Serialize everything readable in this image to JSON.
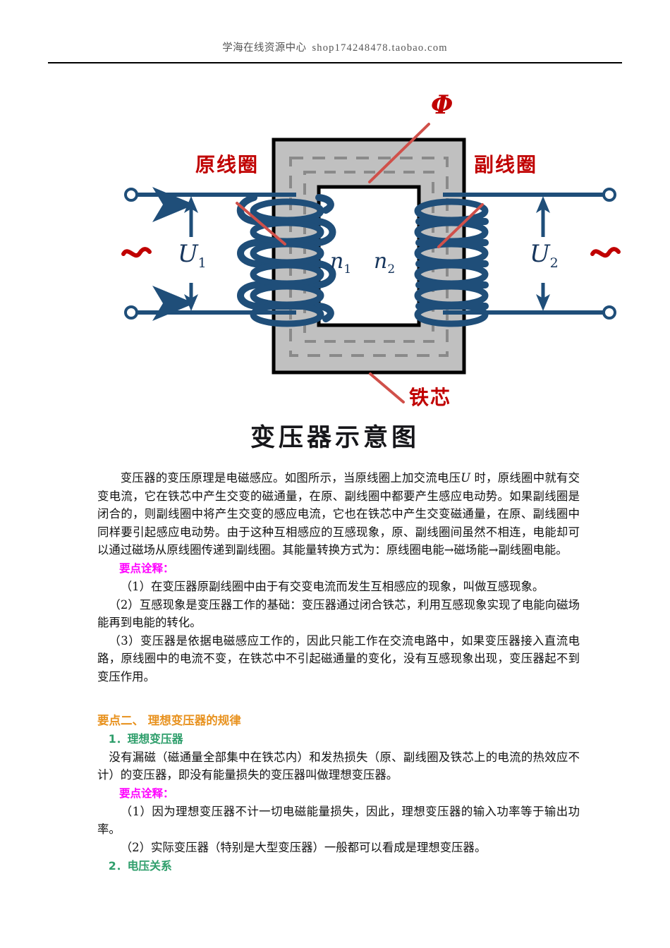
{
  "header": {
    "site_name": "学海在线资源中心",
    "shop_url": "shop174248478.taobao.com"
  },
  "figure": {
    "caption": "变压器示意图",
    "labels": {
      "flux": "Φ",
      "primary_coil": "原线圈",
      "secondary_coil": "副线圈",
      "iron_core": "铁芯",
      "u1": "U",
      "u1_sub": "1",
      "u2": "U",
      "u2_sub": "2",
      "n1": "n",
      "n1_sub": "1",
      "n2": "n",
      "n2_sub": "2",
      "ac_left": "∼",
      "ac_right": "∼"
    },
    "colors": {
      "coil_blue": "#1f4e79",
      "wire_blue": "#1f4e79",
      "label_red": "#c00000",
      "leader_red": "#d04a4a",
      "core_fill": "#c0c0c0",
      "core_stroke": "#000000",
      "flux_dash": "#808080"
    }
  },
  "body": {
    "p1": "变压器的变压原理是电磁感应。如图所示，当原线圈上加交流电压",
    "p1_var": "U",
    "p1_cont": " 时，原线圈中就有交变电流，它在铁芯中产生交变的磁通量，在原、副线圈中都要产生感应电动势。如果副线圈是闭合的，则副线圈中将产生交变的感应电流，它也在铁芯中产生交变磁通量，在原、副线圈中同样要引起感应电动势。由于这种互相感应的互感现象，原、副线圈间虽然不相连，电能却可以通过磁场从原线圈传递到副线圈。其能量转换方式为：原线圈电能→磁场能→副线圈电能。",
    "keypoint_heading_1": "要点诠释：",
    "item_1_1": "（1）在变压器原副线圈中由于有交变电流而发生互相感应的现象，叫做互感现象。",
    "item_1_2": "（2）互感现象是变压器工作的基础：变压器通过闭合铁芯，利用互感现象实现了电能向磁场能再到电能的转化。",
    "item_1_3": "（3）变压器是依据电磁感应工作的，因此只能工作在交流电路中，如果变压器接入直流电路，原线圈中的电流不变，在铁芯中不引起磁通量的变化，没有互感现象出现，变压器起不到变压作用。",
    "section_2": "要点二、  理想变压器的规律",
    "sub_2_1": "1．理想变压器",
    "p2": "没有漏磁（磁通量全部集中在铁芯内）和发热损失（原、副线圈及铁芯上的电流的热效应不计）的变压器，即没有能量损失的变压器叫做理想变压器。",
    "keypoint_heading_2": "要点诠释：",
    "item_2_1": "（1）因为理想变压器不计一切电磁能量损失，因此，理想变压器的输入功率等于输出功率。",
    "item_2_2": "（2）实际变压器（特别是大型变压器）一般都可以看成是理想变压器。",
    "sub_2_2": "2．电压关系"
  }
}
